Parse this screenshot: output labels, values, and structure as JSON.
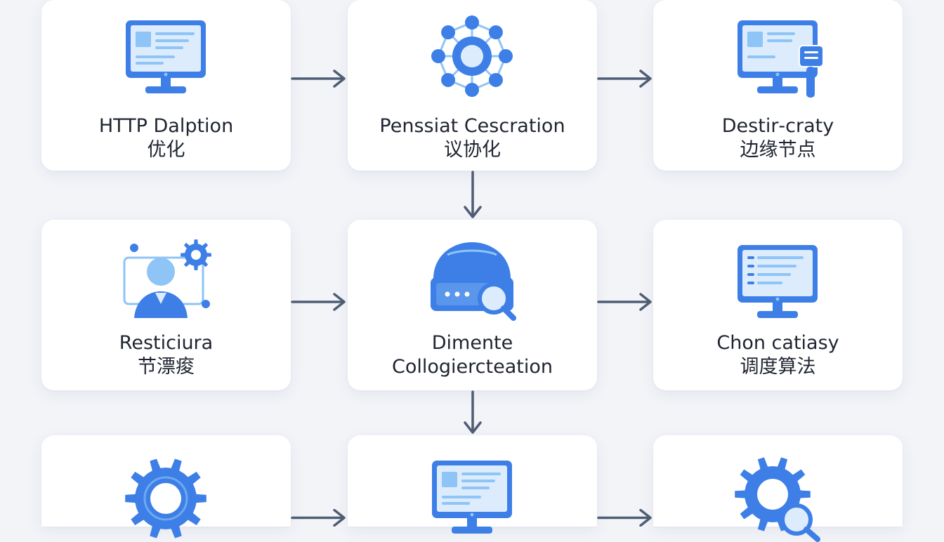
{
  "colors": {
    "background": "#f2f4f8",
    "card": "#ffffff",
    "icon_primary": "#3d7fe6",
    "icon_light": "#8fc4f7",
    "icon_pale": "#dcecfc",
    "arrow": "#4f5d74",
    "text": "#1f2430"
  },
  "nodes": [
    {
      "id": "n1",
      "icon": "monitor-icon",
      "line1": "HTTP Dalption",
      "line2": "优化"
    },
    {
      "id": "n2",
      "icon": "network-hub-icon",
      "line1": "Penssiat Cescration",
      "line2": "议协化"
    },
    {
      "id": "n3",
      "icon": "monitor-server-icon",
      "line1": "Destir‐craty",
      "line2": "边缘节点"
    },
    {
      "id": "n4",
      "icon": "user-gear-icon",
      "line1": "Resticiura",
      "line2": "节漂痠"
    },
    {
      "id": "n5",
      "icon": "dome-search-icon",
      "line1": "Dimente",
      "line2": "Collogiercteation"
    },
    {
      "id": "n6",
      "icon": "monitor-list-icon",
      "line1": "Chon catiasy",
      "line2": "调度算法"
    },
    {
      "id": "n7",
      "icon": "gear-icon",
      "line1": "",
      "line2": ""
    },
    {
      "id": "n8",
      "icon": "monitor-icon",
      "line1": "",
      "line2": ""
    },
    {
      "id": "n9",
      "icon": "gear-search-icon",
      "line1": "",
      "line2": ""
    }
  ],
  "edges": [
    {
      "from": "n1",
      "to": "n2"
    },
    {
      "from": "n2",
      "to": "n3"
    },
    {
      "from": "n2",
      "to": "n5"
    },
    {
      "from": "n4",
      "to": "n5"
    },
    {
      "from": "n5",
      "to": "n6"
    },
    {
      "from": "n5",
      "to": "n8"
    },
    {
      "from": "n7",
      "to": "n8"
    },
    {
      "from": "n8",
      "to": "n9"
    }
  ]
}
